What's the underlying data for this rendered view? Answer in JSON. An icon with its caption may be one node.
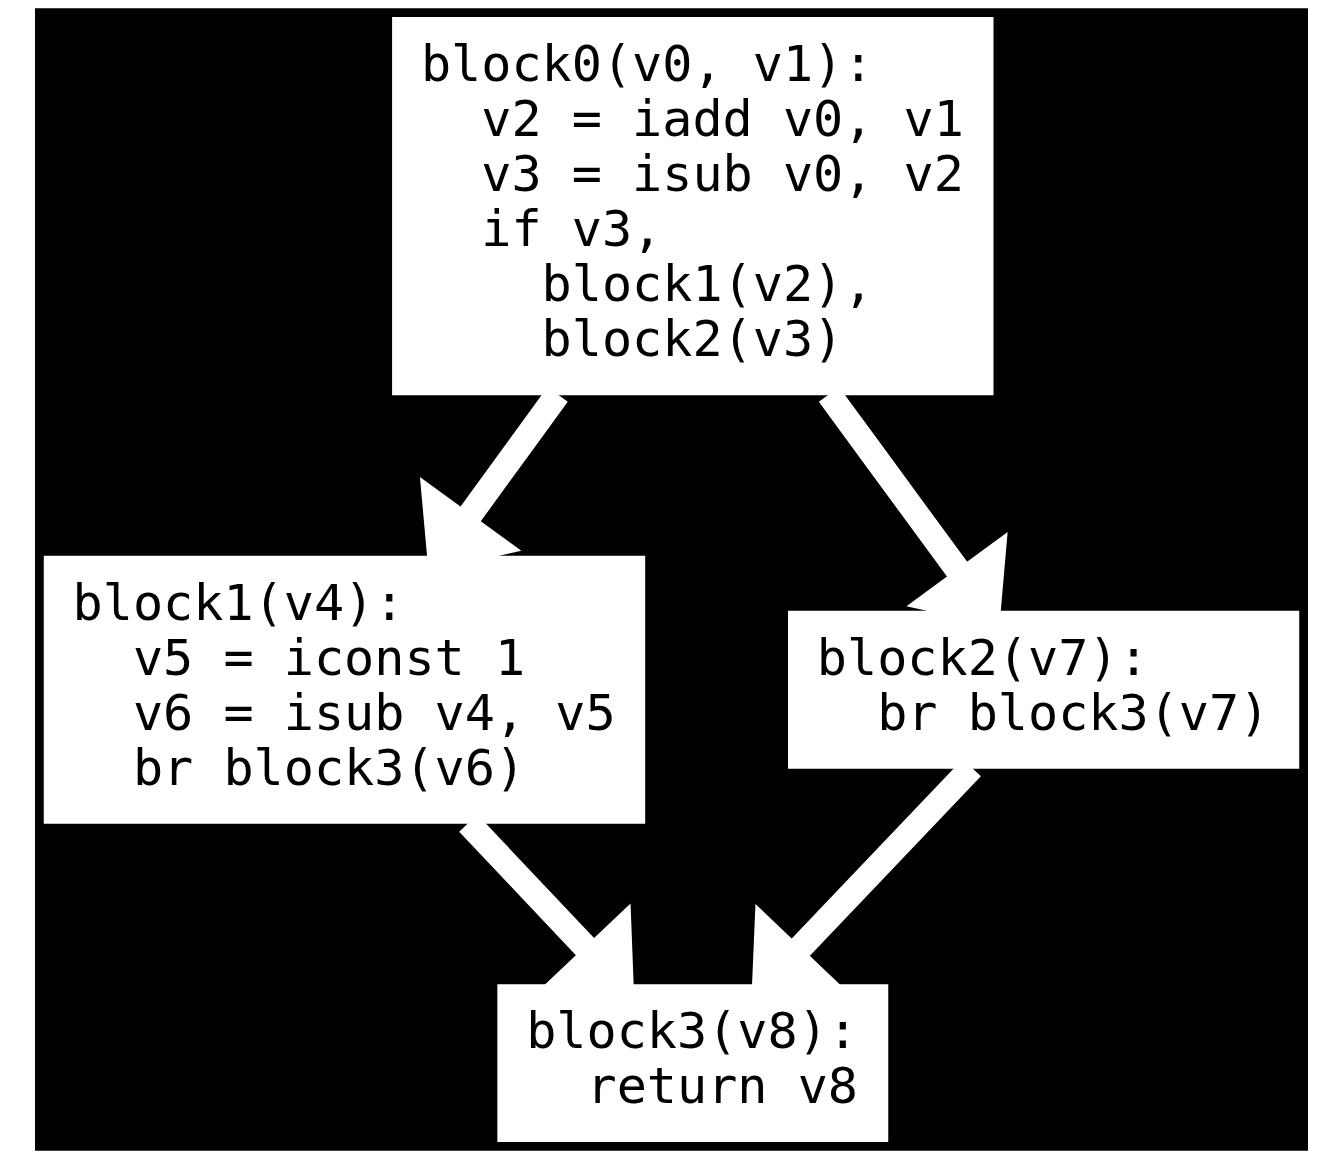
{
  "diagram": {
    "nodes": [
      {
        "text": [
          "block0(v0, v1):",
          "  v2 = iadd v0, v1",
          "  v3 = isub v0, v2",
          "  if v3,",
          "    block1(v2),",
          "    block2(v3)"
        ]
      },
      {
        "text": [
          "block1(v4):",
          "  v5 = iconst 1",
          "  v6 = isub v4, v5",
          "  br block3(v6)"
        ]
      },
      {
        "text": [
          "block2(v7):",
          "  br block3(v7)"
        ]
      },
      {
        "text": [
          "block3(v8):",
          "  return v8"
        ]
      }
    ],
    "edges": [
      {
        "from": 0,
        "to": 1,
        "arrow": "to"
      },
      {
        "from": 0,
        "to": 2,
        "arrow": "to"
      },
      {
        "from": 1,
        "to": 3,
        "arrow": "to"
      },
      {
        "from": 2,
        "to": 3,
        "arrow": "to"
      }
    ]
  }
}
